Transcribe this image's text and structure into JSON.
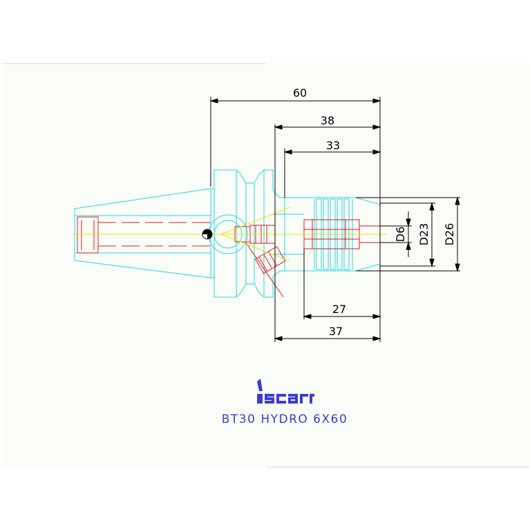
{
  "drawing": {
    "title": "BT30 HYDRO 6X60",
    "logo_text": "iscar",
    "colors": {
      "background": "#ffffff",
      "panel": "#fafdf7",
      "body_outline": "#22d4e6",
      "clamp_red": "#e01818",
      "center_line": "#f0e000",
      "dimension": "#000000",
      "title": "#3b3bd6"
    },
    "dimensions": {
      "overall_length": "60",
      "length_38": "38",
      "length_33": "33",
      "length_27": "27",
      "length_37": "37",
      "diameter_6": "D6",
      "diameter_23": "D23",
      "diameter_26": "D26"
    }
  }
}
